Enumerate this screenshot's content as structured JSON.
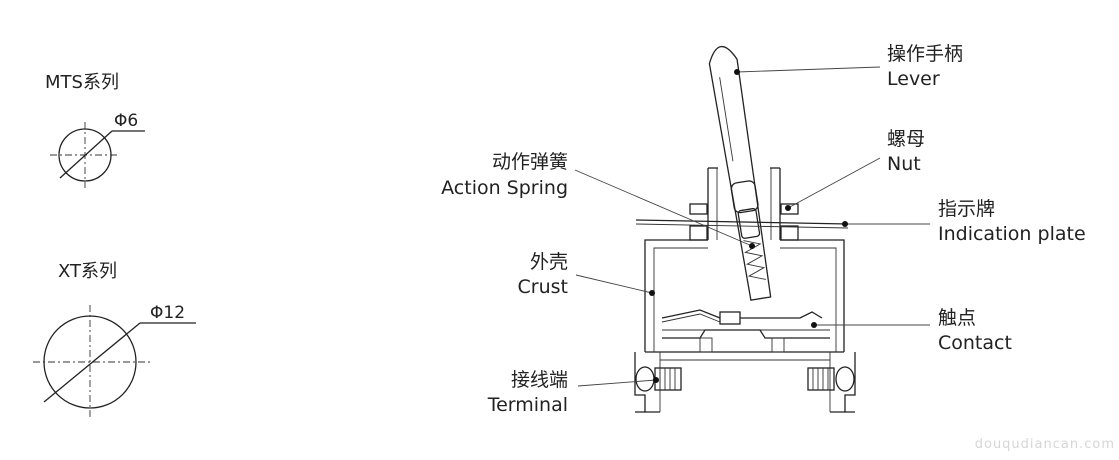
{
  "series_mts": {
    "title": "MTS系列",
    "dimension": "Φ6"
  },
  "series_xt": {
    "title": "XT系列",
    "dimension": "Φ12"
  },
  "parts": [
    {
      "cn": "操作手柄",
      "en": "Lever"
    },
    {
      "cn": "螺母",
      "en": "Nut"
    },
    {
      "cn": "指示牌",
      "en": "Indication plate"
    },
    {
      "cn": "触点",
      "en": "Contact"
    },
    {
      "cn": "动作弹簧",
      "en": "Action Spring"
    },
    {
      "cn": "外壳",
      "en": "Crust"
    },
    {
      "cn": "接线端",
      "en": "Terminal"
    }
  ],
  "watermark": "douqudiancan.com"
}
